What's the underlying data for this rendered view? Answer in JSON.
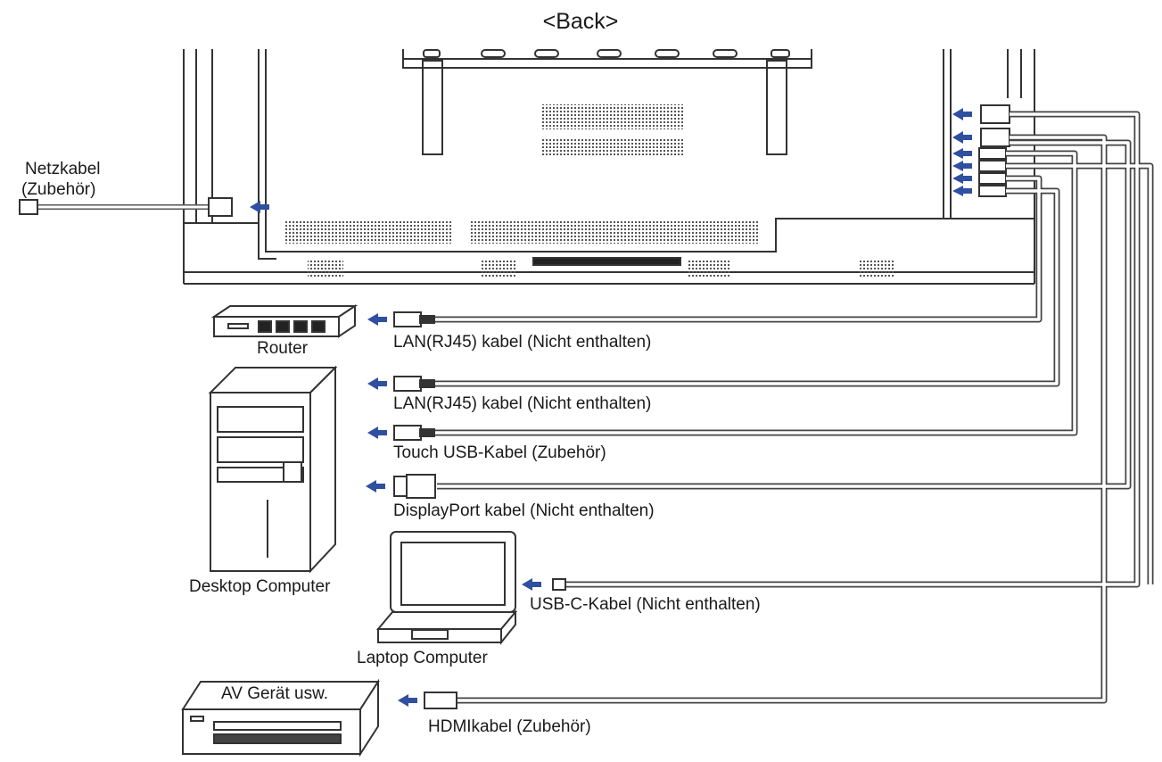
{
  "title": "<Back>",
  "power": {
    "label_line1": "Netzkabel",
    "label_line2": "(Zubehör)"
  },
  "devices": {
    "router": "Router",
    "desktop": "Desktop Computer",
    "laptop": "Laptop Computer",
    "av": "AV Gerät usw."
  },
  "cables": {
    "lan1": "LAN(RJ45) kabel (Nicht enthalten)",
    "lan2": "LAN(RJ45) kabel (Nicht enthalten)",
    "touch_usb": "Touch USB-Kabel (Zubehör)",
    "displayport": "DisplayPort kabel (Nicht enthalten)",
    "usbc": "USB-C-Kabel (Nicht enthalten)",
    "hdmi": "HDMIkabel (Zubehör)"
  },
  "colors": {
    "arrow": "#2f4fa0",
    "line": "#444444"
  }
}
